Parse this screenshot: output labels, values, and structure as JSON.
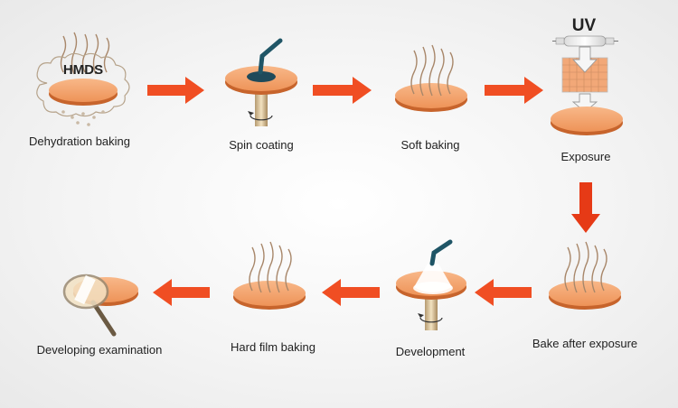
{
  "steps": [
    {
      "label": "Dehydration baking"
    },
    {
      "label": "Spin coating"
    },
    {
      "label": "Soft baking"
    },
    {
      "label": "Exposure"
    },
    {
      "label": "Bake after exposure"
    },
    {
      "label": "Development"
    },
    {
      "label": "Hard film baking"
    },
    {
      "label": "Developing examination"
    }
  ],
  "annotations": {
    "hmds": "HMDS",
    "uv": "UV"
  },
  "colors": {
    "arrow": "#f04e23",
    "wafer_top": "#f3a26d",
    "wafer_edge": "#d8743d",
    "steam": "#a8876a",
    "arrow_down": "#e63a16"
  }
}
